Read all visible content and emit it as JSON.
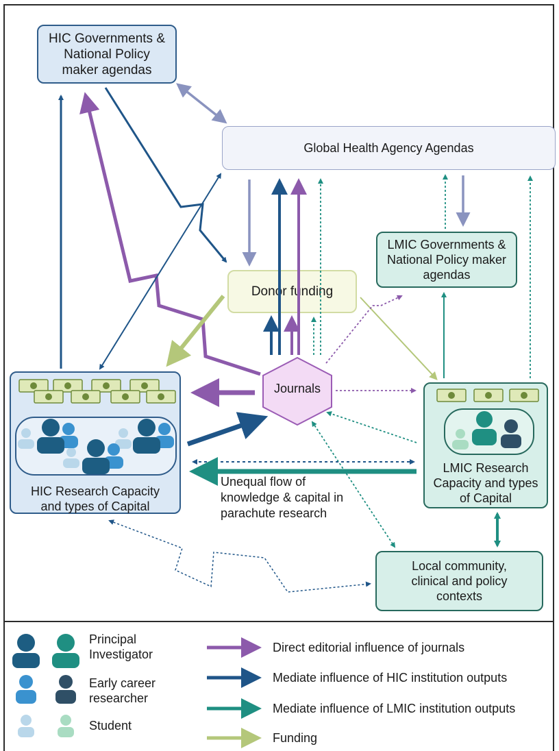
{
  "nodes": {
    "hic_gov": "HIC Governments & National Policy maker agendas",
    "gha": "Global Health Agency Agendas",
    "lmic_gov": "LMIC Governments & National Policy maker agendas",
    "donor": "Donor funding",
    "journals": "Journals",
    "hic_research": "HIC Research Capacity and types of Capital",
    "lmic_research": "LMIC Research Capacity and types of Capital",
    "local": "Local community, clinical and policy contexts"
  },
  "annotation": "Unequal flow of\nknowledge & capital in\nparachute research",
  "legend": {
    "pi": "Principal Investigator",
    "ecr": "Early career researcher",
    "student": "Student",
    "editorial": "Direct editorial influence of journals",
    "hic_outputs": "Mediate influence of HIC institution outputs",
    "lmic_outputs": "Mediate influence of LMIC institution outputs",
    "funding": "Funding"
  },
  "colors": {
    "editorial": "#8c5aab",
    "hic": "#1f5588",
    "lmic": "#1f8f82",
    "funding": "#b4c77a",
    "agency": "#8a93bf",
    "hic_box": "#dbe8f5",
    "lmic_box": "#d7efe9",
    "journal_fill": "#f3dbf5"
  },
  "icons": [
    "person-principal-investigator-icon",
    "person-early-career-icon",
    "person-student-icon",
    "money-icon"
  ]
}
